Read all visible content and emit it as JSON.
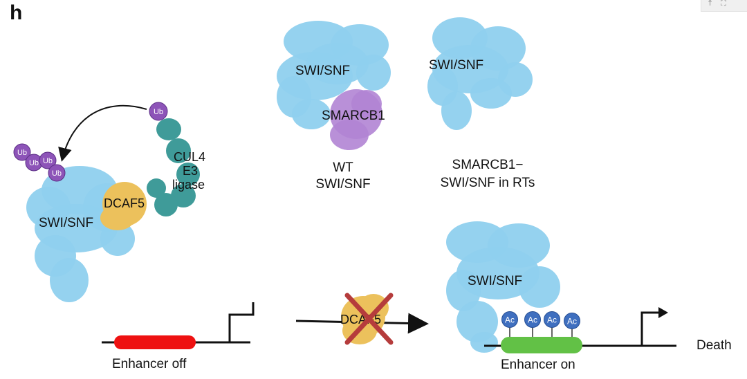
{
  "panel_label": "h",
  "colors": {
    "complex": "#8fd0ee",
    "smarcb1": "#b184d4",
    "dcaf5": "#ecc15c",
    "cul4": "#3f9b99",
    "ub": "#8d54b8",
    "enhancer_off": "#ee1111",
    "enhancer_on": "#62c146",
    "acetyl": "#3f6fbf",
    "cross": "#b53c3c"
  },
  "wt": {
    "complex_label": "SWI/SNF",
    "subunit_label": "SMARCB1",
    "caption_line1": "WT",
    "caption_line2": "SWI/SNF"
  },
  "mutant": {
    "complex_label": "SWI/SNF",
    "caption_line1": "SMARCB1−",
    "caption_line2": "SWI/SNF in RTs"
  },
  "degradation": {
    "complex_label": "SWI/SNF",
    "dcaf5_label": "DCAF5",
    "ligase_line1": "CUL4",
    "ligase_line2": "E3",
    "ligase_line3": "ligase",
    "ub_label": "Ub"
  },
  "bottom": {
    "enhancer_off": "Enhancer off",
    "drug_label": "DCAF5",
    "complex_label": "SWI/SNF",
    "acetyl_label": "Ac",
    "enhancer_on": "Enhancer on",
    "outcome": "Death"
  }
}
